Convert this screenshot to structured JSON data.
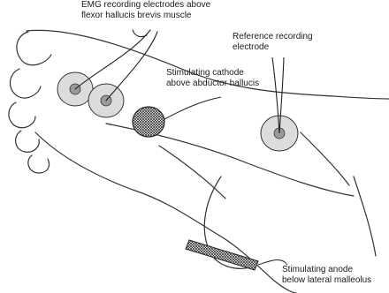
{
  "labels": {
    "emg": {
      "line1": "EMG recording electrodes above",
      "line2": "flexor hallucis brevis muscle"
    },
    "reference": {
      "line1": "Reference recording",
      "line2": "electrode"
    },
    "cathode": {
      "line1": "Stimulating cathode",
      "line2": "above abductor hallucis"
    },
    "anode": {
      "line1": "Stimulating anode",
      "line2": "below lateral malleolus"
    }
  },
  "colors": {
    "ink": "#333333",
    "electrode_fill": "#dcdcdc",
    "electrode_core": "#9a9a9a",
    "hatch": "#222222"
  }
}
